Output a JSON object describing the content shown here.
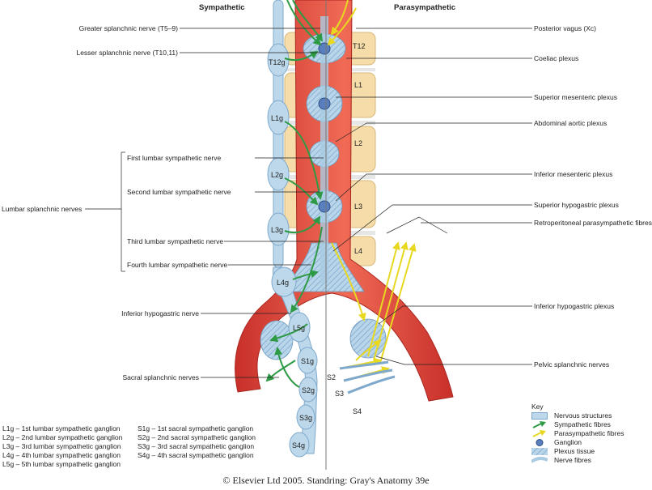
{
  "headers": {
    "left": "Sympathetic",
    "right": "Parasympathetic"
  },
  "left_labels": [
    "Greater splanchnic nerve (T5–9)",
    "Lesser splanchnic nerve (T10,11)",
    "First lumbar sympathetic nerve",
    "Second lumbar sympathetic nerve",
    "Lumbar splanchnic nerves",
    "Third lumbar sympathetic nerve",
    "Fourth lumbar sympathetic nerve",
    "Inferior hypogastric nerve",
    "Sacral splanchnic nerves"
  ],
  "right_labels": [
    "Posterior vagus (Xc)",
    "Coeliac plexus",
    "Superior mesenteric plexus",
    "Abdominal aortic plexus",
    "Inferior mesenteric plexus",
    "Superior hypogastric plexus",
    "Retroperitoneal parasympathetic fibres",
    "Inferior hypogastric plexus",
    "Pelvic splanchnic nerves"
  ],
  "vertebrae": [
    "T12",
    "L1",
    "L2",
    "L3",
    "L4"
  ],
  "ganglia": [
    "T12g",
    "L1g",
    "L2g",
    "L3g",
    "L4g",
    "L5g",
    "S1g",
    "S2g",
    "S3g",
    "S4g"
  ],
  "sacral_nerves": [
    "S2",
    "S3",
    "S4"
  ],
  "legend_left": [
    "L1g – 1st lumbar sympathetic ganglion",
    "L2g – 2nd lumbar sympathetic ganglion",
    "L3g – 3rd lumbar sympathetic ganglion",
    "L4g – 4th lumbar sympathetic ganglion",
    "L5g – 5th lumbar sympathetic ganglion"
  ],
  "legend_right": [
    "S1g – 1st sacral sympathetic ganglion",
    "S2g – 2nd sacral sympathetic ganglion",
    "S3g – 3rd sacral sympathetic ganglion",
    "S4g – 4th sacral sympathetic ganglion"
  ],
  "key": {
    "title": "Key",
    "items": [
      {
        "label": "Nervous structures",
        "icon": "nervous-structure-swatch",
        "color": "#bcd8ea"
      },
      {
        "label": "Sympathetic fibres",
        "icon": "sympathetic-arrow",
        "color": "#2e9a45"
      },
      {
        "label": "Parasympathetic fibres",
        "icon": "parasympathetic-arrow",
        "color": "#e8d820"
      },
      {
        "label": "Ganglion",
        "icon": "ganglion-dot",
        "color": "#5a7fbf"
      },
      {
        "label": "Plexus tissue",
        "icon": "plexus-hatch",
        "color": "#9fc3dd"
      },
      {
        "label": "Nerve fibres",
        "icon": "nerve-fibre-swatch",
        "color": "#a9cce3"
      }
    ]
  },
  "footer": "© Elsevier Ltd 2005. Standring: Gray's Anatomy 39e"
}
